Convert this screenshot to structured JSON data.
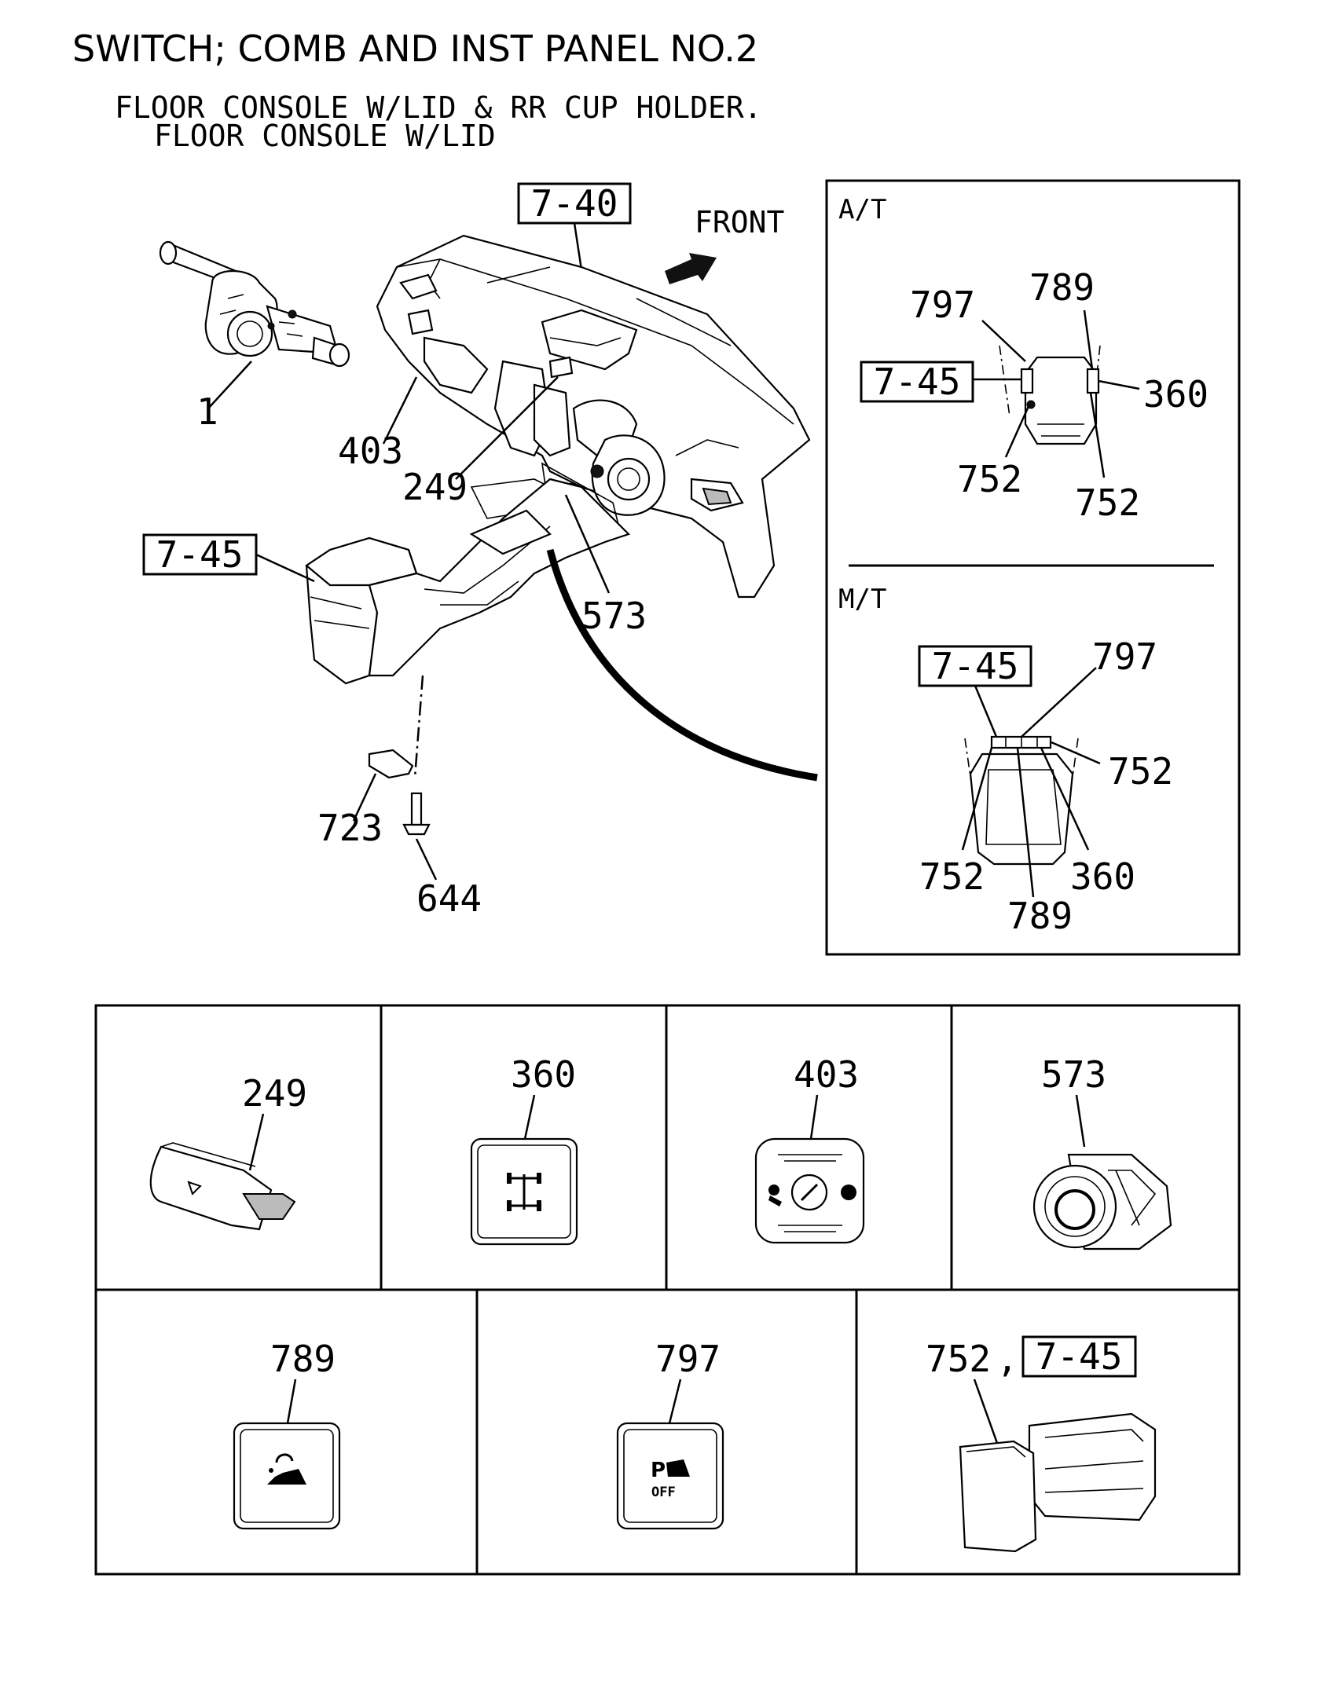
{
  "title": "SWITCH; COMB AND INST PANEL NO.2",
  "notes": [
    "FLOOR CONSOLE W/LID & RR CUP HOLDER.",
    "FLOOR CONSOLE W/LID"
  ],
  "main": {
    "front_label": "FRONT",
    "ref_boxes": {
      "dash": "7-40",
      "console": "7-45"
    },
    "callouts": {
      "c1": "1",
      "c403": "403",
      "c249": "249",
      "c573": "573",
      "c723": "723",
      "c644": "644"
    }
  },
  "inset": {
    "at": {
      "label": "A/T",
      "ref_box": "7-45",
      "callouts": [
        "797",
        "789",
        "360",
        "752",
        "752"
      ]
    },
    "mt": {
      "label": "M/T",
      "ref_box": "7-45",
      "callouts": [
        "797",
        "752",
        "752",
        "360",
        "789"
      ]
    }
  },
  "parts_grid": {
    "row1": [
      {
        "number": "249",
        "icon": "triangle-hazard-icon"
      },
      {
        "number": "360",
        "icon": "4wd-axle-icon"
      },
      {
        "number": "403",
        "icon": "headlight-leveling-dial-icon"
      },
      {
        "number": "573",
        "icon": "round-switch-knob-icon"
      }
    ],
    "row2": [
      {
        "number": "789",
        "icon": "hill-descent-icon"
      },
      {
        "number": "797",
        "icon": "parking-sensor-off-icon",
        "icon_text_p": "P",
        "icon_text_off": "OFF"
      },
      {
        "number": "752",
        "separator": ",",
        "ref_box": "7-45",
        "icon": "blank-switch-icon"
      }
    ]
  }
}
